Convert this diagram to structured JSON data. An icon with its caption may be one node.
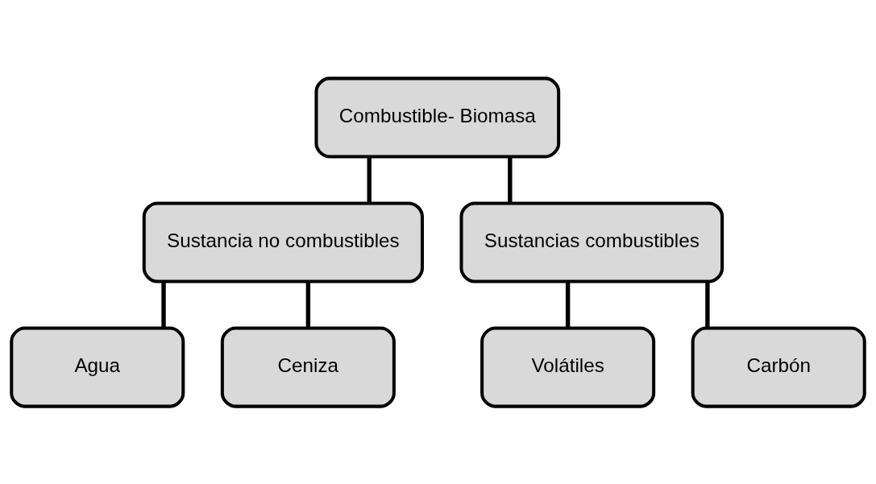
{
  "diagram": {
    "nodes": [
      {
        "text": [
          "Combustible- Biomasa"
        ]
      },
      {
        "text": [
          "Sustancia no combustibles"
        ]
      },
      {
        "text": [
          "Sustancias combustibles"
        ]
      },
      {
        "text": [
          "Agua"
        ]
      },
      {
        "text": [
          "Ceniza"
        ]
      },
      {
        "text": [
          "Volátiles"
        ]
      },
      {
        "text": [
          "Carbón"
        ]
      }
    ],
    "edges": [
      {
        "from": 0,
        "to": 1,
        "arrow": "none"
      },
      {
        "from": 0,
        "to": 2,
        "arrow": "none"
      },
      {
        "from": 1,
        "to": 3,
        "arrow": "none"
      },
      {
        "from": 1,
        "to": 4,
        "arrow": "none"
      },
      {
        "from": 2,
        "to": 5,
        "arrow": "none"
      },
      {
        "from": 2,
        "to": 6,
        "arrow": "none"
      }
    ]
  }
}
